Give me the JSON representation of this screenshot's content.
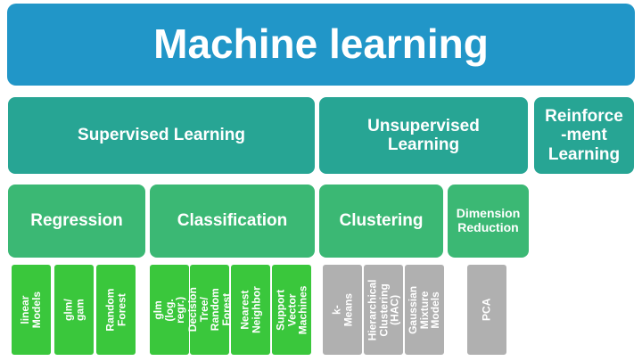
{
  "title": "Machine learning",
  "level1": {
    "supervised": "Supervised Learning",
    "unsupervised": "Unsupervised\nLearning",
    "reinforcement": "Reinforce\n-ment\nLearning"
  },
  "level2": {
    "regression": "Regression",
    "classification": "Classification",
    "clustering": "Clustering",
    "dimension_reduction": "Dimension\nReduction"
  },
  "leaves": {
    "linear_models": "linear\nModels",
    "glm_gam": "glm/ gam",
    "random_forest_reg": "Random\nForest",
    "glm_log_regr": "glm (log.\nregr.)",
    "decision_tree_rf": "Decision Tree/\nRandom\nForest",
    "nearest_neighbor": "Nearest\nNeighbor",
    "svm": "Support\nVector\nMachines",
    "k_means": "k-Means",
    "hac": "Hierarchical\nClustering\n(HAC)",
    "gmm": "Gaussian\nMixture\nModels",
    "pca": "PCA"
  },
  "colors": {
    "root": "#2196c8",
    "level1": "#27a594",
    "level2": "#3bb874",
    "leaf_green": "#3ac73c",
    "leaf_gray": "#b0b0b0"
  }
}
